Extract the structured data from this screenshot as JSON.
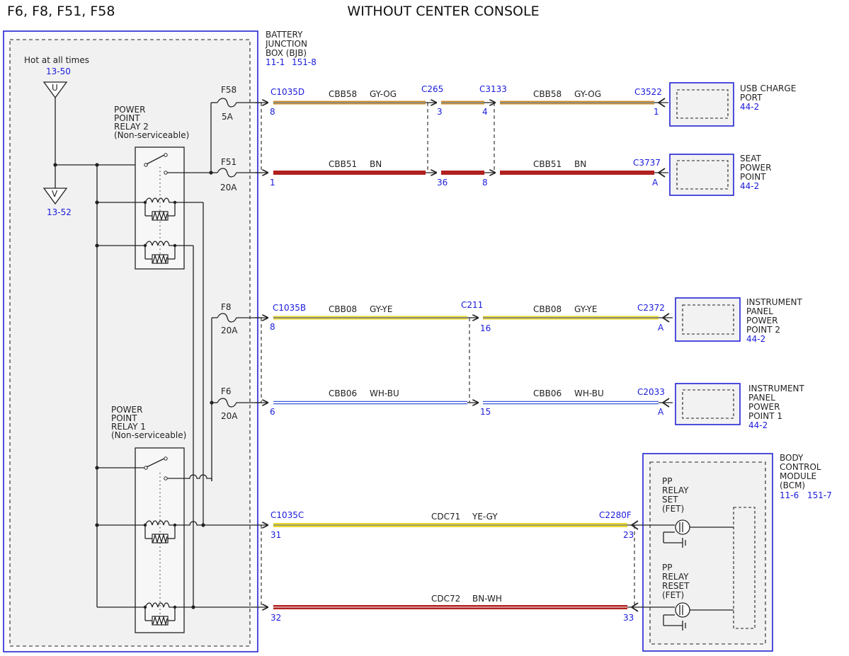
{
  "page": {
    "title_left": "F6, F8, F51, F58",
    "title_center": "WITHOUT CENTER CONSOLE"
  },
  "bjb": {
    "label_lines": [
      "BATTERY",
      "JUNCTION",
      "BOX (BJB)"
    ],
    "ref1": "11-1",
    "ref2": "151-8",
    "hot_label": "Hot at all times",
    "hot_ref": "13-50",
    "splice_u": "U",
    "splice_v": "V",
    "v_ref": "13-52",
    "relay2_lines": [
      "POWER",
      "POINT",
      "RELAY 2",
      "(Non-serviceable)"
    ],
    "relay1_lines": [
      "POWER",
      "POINT",
      "RELAY 1",
      "(Non-serviceable)"
    ]
  },
  "fuses": {
    "f58": {
      "name": "F58",
      "rating": "5A"
    },
    "f51": {
      "name": "F51",
      "rating": "20A"
    },
    "f8": {
      "name": "F8",
      "rating": "20A"
    },
    "f6": {
      "name": "F6",
      "rating": "20A"
    }
  },
  "circuits": {
    "cbb58": {
      "circuit": "CBB58",
      "color": "GY-OG"
    },
    "cbb51": {
      "circuit": "CBB51",
      "color": "BN"
    },
    "cbb08": {
      "circuit": "CBB08",
      "color": "GY-YE"
    },
    "cbb06": {
      "circuit": "CBB06",
      "color": "WH-BU"
    },
    "cdc71": {
      "circuit": "CDC71",
      "color": "YE-GY"
    },
    "cdc72": {
      "circuit": "CDC72",
      "color": "BN-WH"
    }
  },
  "connectors": {
    "c1035d": {
      "name": "C1035D",
      "pin_a": "8",
      "pin_b": "1"
    },
    "c265": {
      "name": "C265",
      "pin_a": "3",
      "pin_b": "36"
    },
    "c3133": {
      "name": "C3133",
      "pin_a": "4",
      "pin_b": "8"
    },
    "c3522": {
      "name": "C3522",
      "pin": "1"
    },
    "c3737": {
      "name": "C3737",
      "pin": "A"
    },
    "c1035b": {
      "name": "C1035B",
      "pin_a": "8",
      "pin_b": "6"
    },
    "c211": {
      "name": "C211",
      "pin_a": "16",
      "pin_b": "15"
    },
    "c2372": {
      "name": "C2372",
      "pin": "A"
    },
    "c2033": {
      "name": "C2033",
      "pin": "A"
    },
    "c1035c": {
      "name": "C1035C",
      "pin_a": "31",
      "pin_b": "32"
    },
    "c2280f": {
      "name": "C2280F",
      "pin_a": "23",
      "pin_b": "33"
    }
  },
  "components": {
    "usb": {
      "lines": [
        "USB CHARGE",
        "PORT"
      ],
      "ref": "44-2"
    },
    "seat": {
      "lines": [
        "SEAT",
        "POWER",
        "POINT"
      ],
      "ref": "44-2"
    },
    "ipp2": {
      "lines": [
        "INSTRUMENT",
        "PANEL",
        "POWER",
        "POINT 2"
      ],
      "ref": "44-2"
    },
    "ipp1": {
      "lines": [
        "INSTRUMENT",
        "PANEL",
        "POWER",
        "POINT 1"
      ],
      "ref": "44-2"
    },
    "bcm": {
      "lines": [
        "BODY",
        "CONTROL",
        "MODULE",
        "(BCM)"
      ],
      "ref1": "11-6",
      "ref2": "151-7"
    },
    "pp_set": {
      "lines": [
        "PP",
        "RELAY",
        "SET",
        "(FET)"
      ]
    },
    "pp_reset": {
      "lines": [
        "PP",
        "RELAY",
        "RESET",
        "(FET)"
      ]
    }
  },
  "colors": {
    "component_blue": "#2323d6",
    "ref_text_blue": "#1a1adb",
    "wire_gray": "#8d8d7e",
    "wire_orange": "#d68d2c",
    "wire_brown": "#b12020",
    "wire_yellow": "#e8d92a",
    "wire_blue": "#3a56d8",
    "component_fill": "#f2f2f2"
  }
}
